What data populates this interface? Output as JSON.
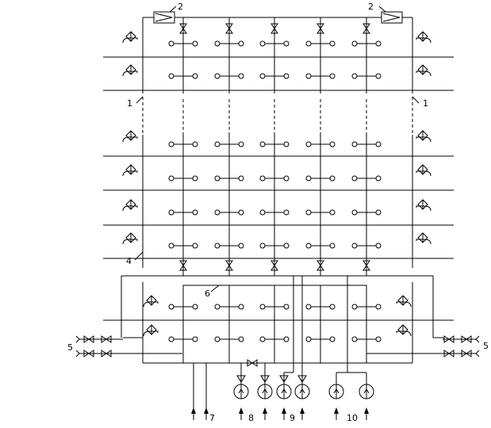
{
  "callouts": {
    "c1": "1",
    "c2": "2",
    "c4": "4",
    "c5": "5",
    "c6": "6",
    "c7": "7",
    "c8": "8",
    "c9": "9",
    "c10": "10"
  },
  "icons": [
    "valve-icon",
    "gate-valve-icon",
    "sprinkler-icon",
    "pump-icon",
    "nozzle-icon",
    "filter-icon",
    "arrow-up-icon"
  ]
}
